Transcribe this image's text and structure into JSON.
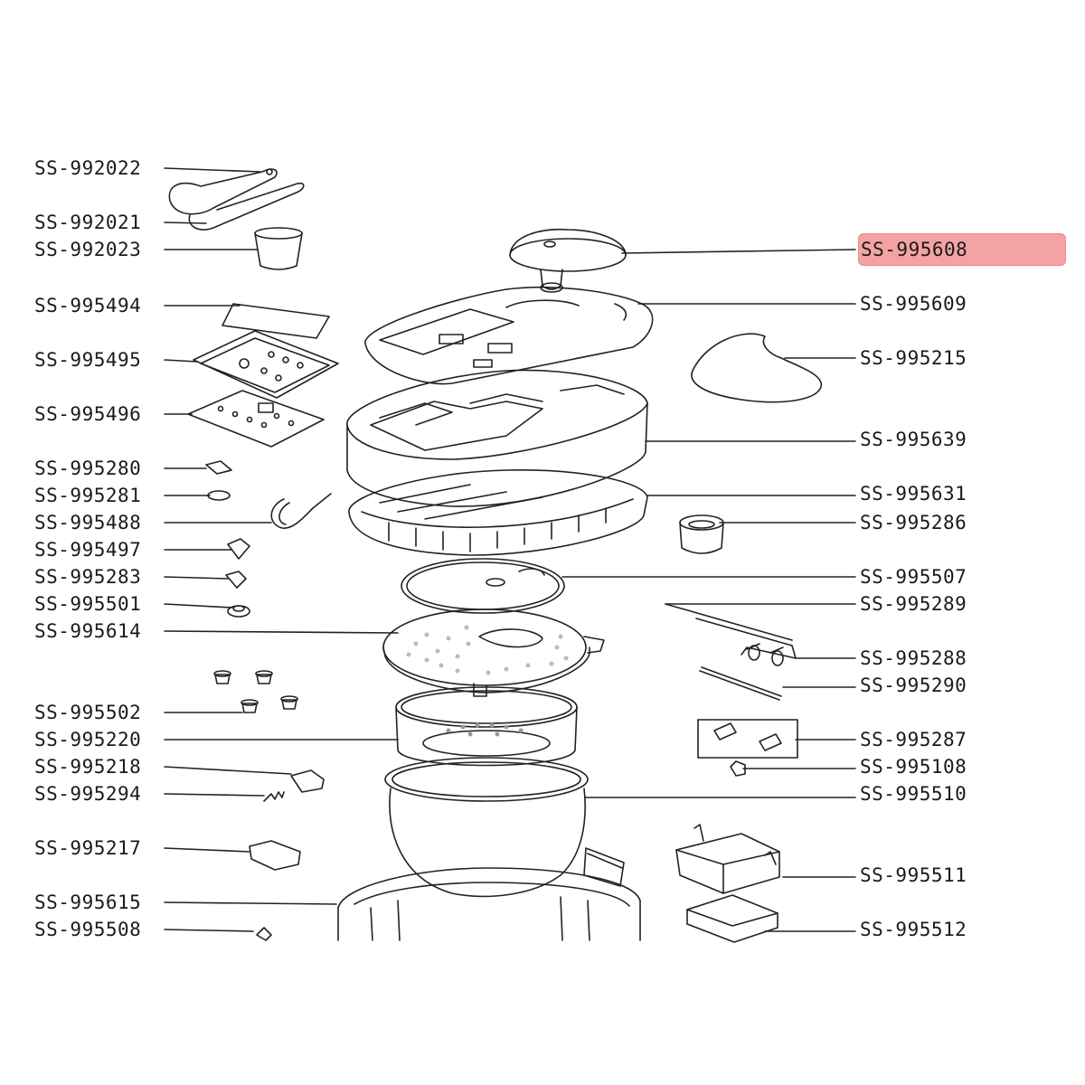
{
  "left_labels": [
    "SS-992022",
    "SS-992021",
    "SS-992023",
    "SS-995494",
    "SS-995495",
    "SS-995496",
    "SS-995280",
    "SS-995281",
    "SS-995488",
    "SS-995497",
    "SS-995283",
    "SS-995501",
    "SS-995614",
    "SS-995502",
    "SS-995220",
    "SS-995218",
    "SS-995294",
    "SS-995217",
    "SS-995615",
    "SS-995508"
  ],
  "right_labels": [
    "SS-995608",
    "SS-995609",
    "SS-995215",
    "SS-995639",
    "SS-995631",
    "SS-995286",
    "SS-995507",
    "SS-995289",
    "SS-995288",
    "SS-995290",
    "SS-995287",
    "SS-995108",
    "SS-995510",
    "SS-995511",
    "SS-995512"
  ],
  "highlighted_part": "SS-995608",
  "highlight_color": "#f4a3a3",
  "line_color": "#222222"
}
